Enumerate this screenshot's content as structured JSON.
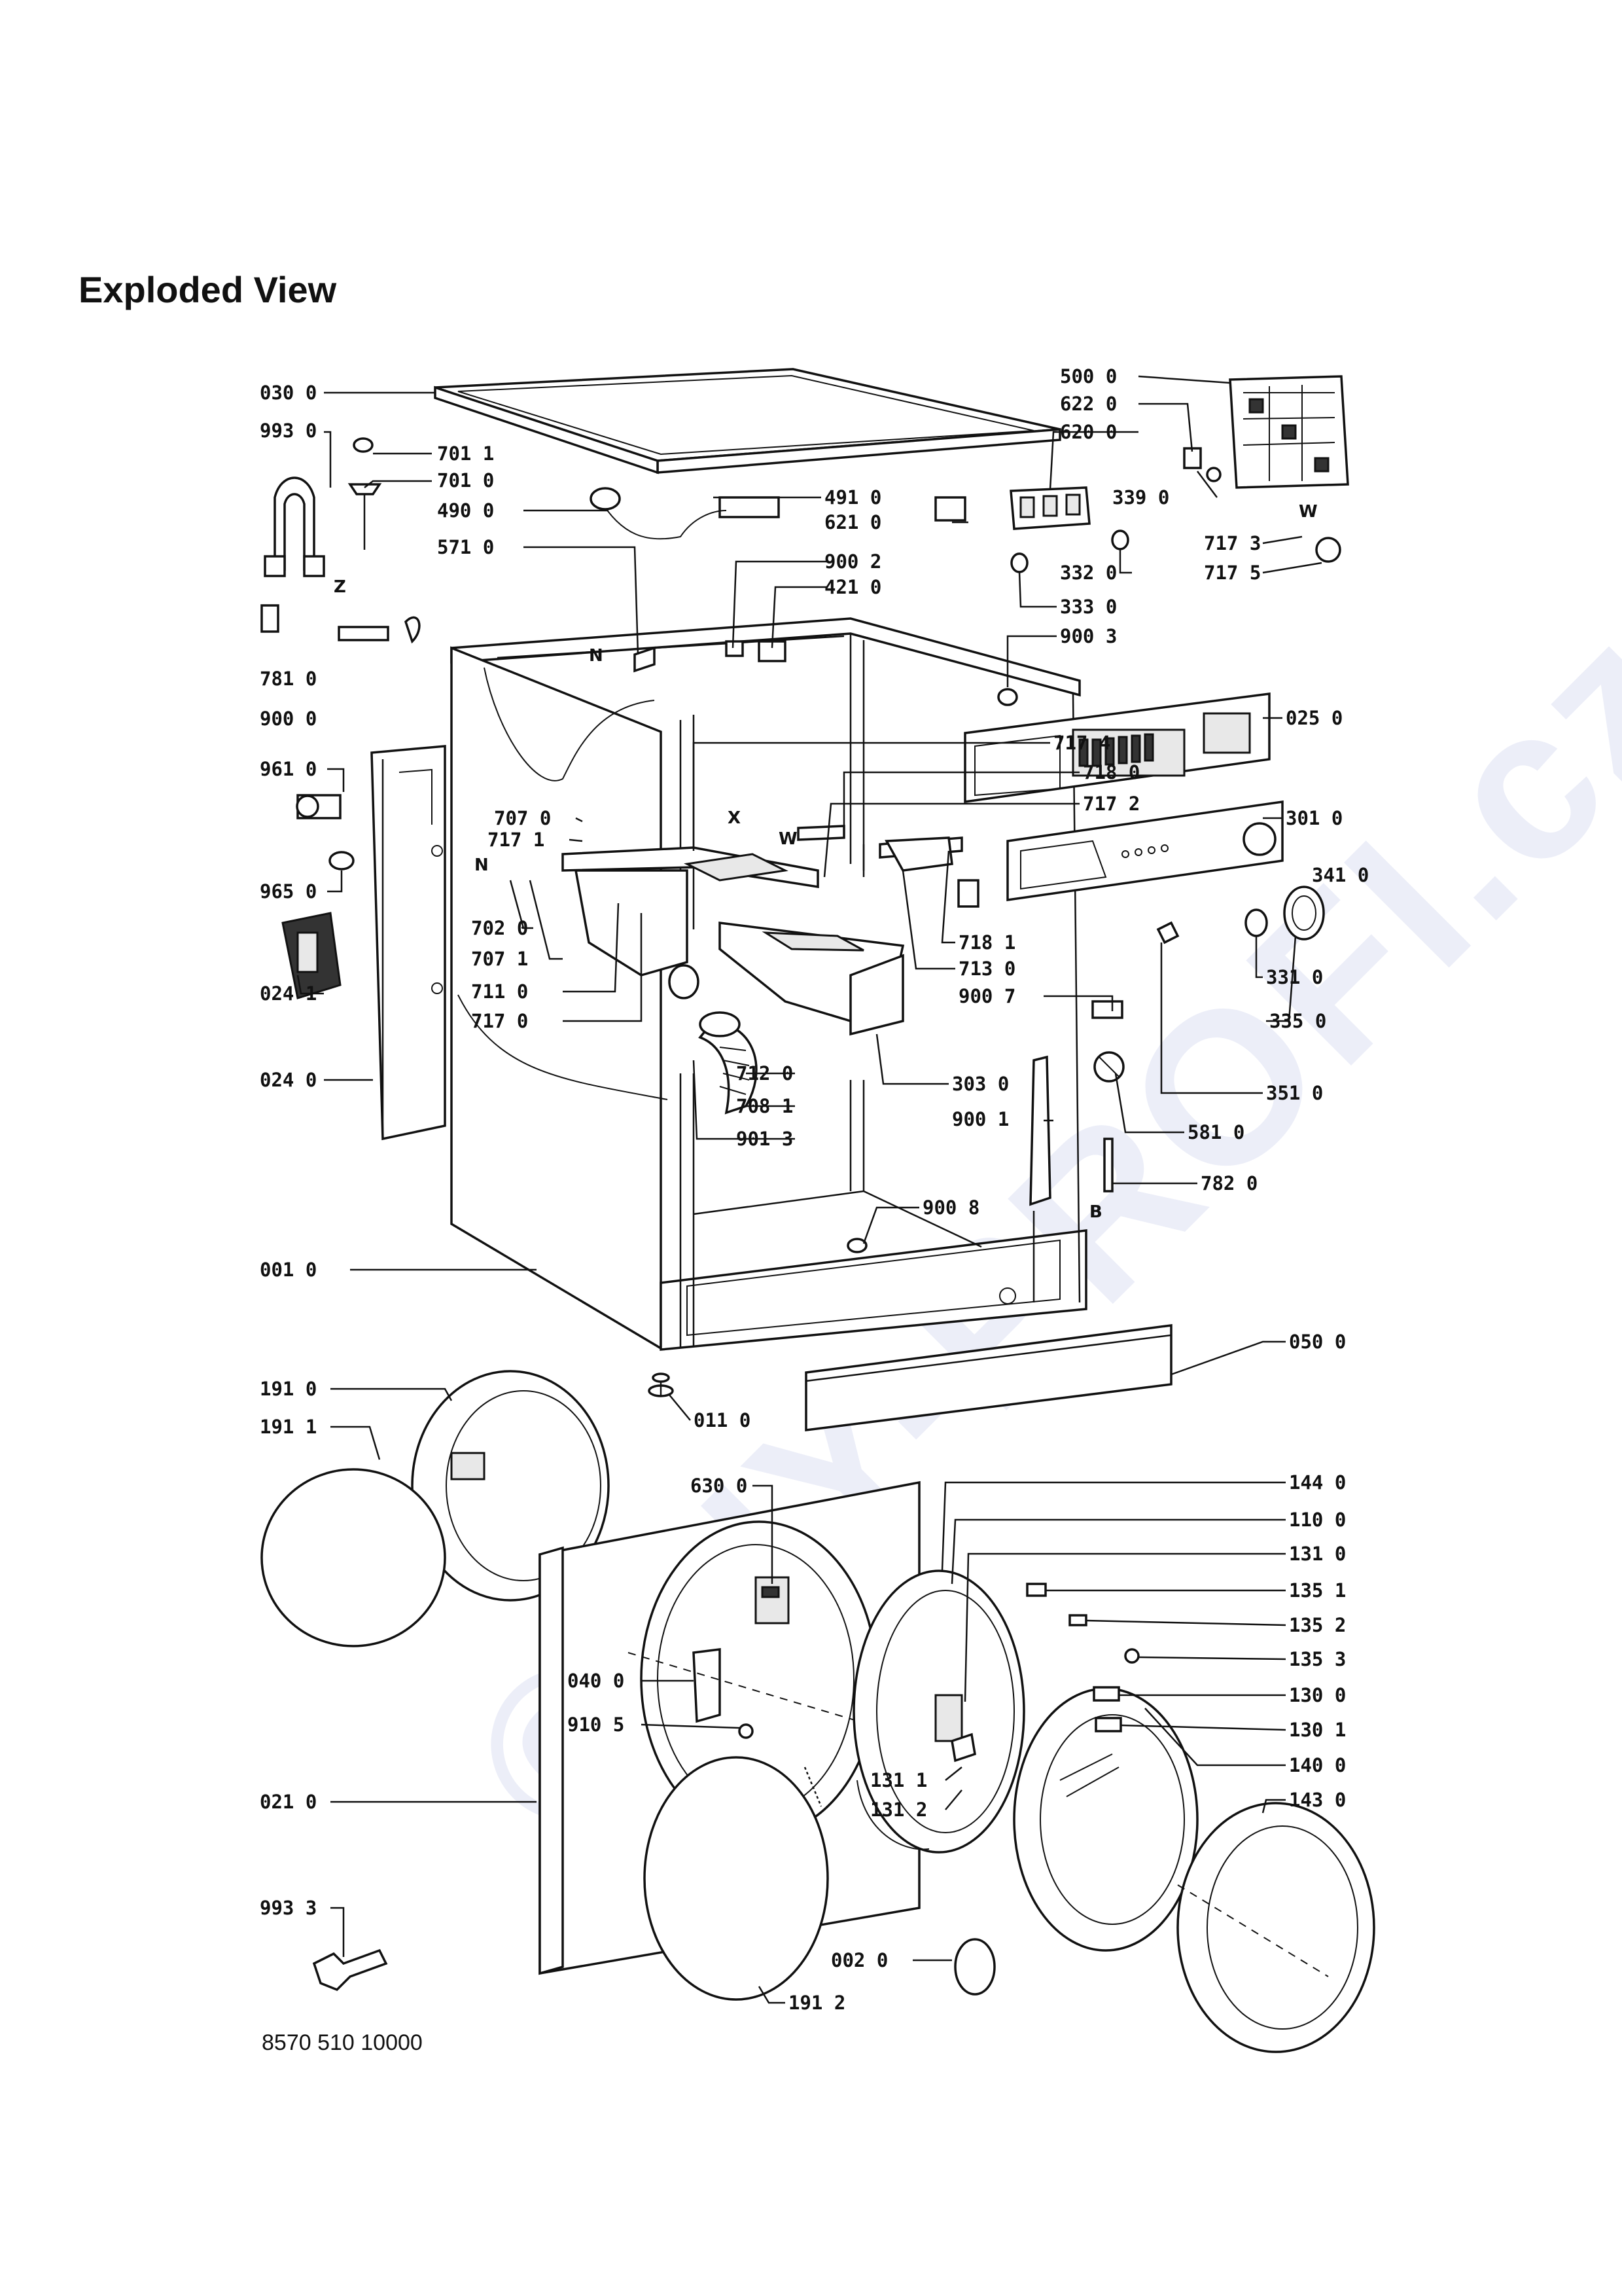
{
  "title": "Exploded View",
  "document_number": "8570 510 10000",
  "watermark": "©DIY-PROFI.cz",
  "letters": {
    "N": "N",
    "Z": "Z",
    "X": "X",
    "W": "W",
    "B": "B"
  },
  "labels": {
    "l0300": "030 0",
    "l9930": "993 0",
    "l7011": "701 1",
    "l7010": "701 0",
    "l4900": "490 0",
    "l5710": "571 0",
    "l7810": "781 0",
    "l9000": "900 0",
    "l4910": "491 0",
    "l6210": "621 0",
    "l9002": "900 2",
    "l4210": "421 0",
    "l5000": "500 0",
    "l6220": "622 0",
    "l6200": "620 0",
    "l3390": "339 0",
    "l7173": "717 3",
    "l7175": "717 5",
    "l3320": "332 0",
    "l3330": "333 0",
    "l9003": "900 3",
    "l0250": "025 0",
    "l9610": "961 0",
    "l7174": "717 4",
    "l7180": "718 0",
    "l7172": "717 2",
    "l7070": "707 0",
    "l7171": "717 1",
    "l3010": "301 0",
    "l3410": "341 0",
    "l9650": "965 0",
    "l7020": "702 0",
    "l7071": "707 1",
    "l7110": "711 0",
    "l7170": "717 0",
    "l7181": "718 1",
    "l7130": "713 0",
    "l9007": "900 7",
    "l3310": "331 0",
    "l3350": "335 0",
    "l0241": "024 1",
    "l0240": "024 0",
    "l7120": "712 0",
    "l7081": "708 1",
    "l9013": "901 3",
    "l3030": "303 0",
    "l9001": "900 1",
    "l3510": "351 0",
    "l5810": "581 0",
    "l7820": "782 0",
    "l9008": "900 8",
    "l0010": "001 0",
    "l0500": "050 0",
    "l1910": "191 0",
    "l1911": "191 1",
    "l0110": "011 0",
    "l6300": "630 0",
    "l1440": "144 0",
    "l1100": "110 0",
    "l1310": "131 0",
    "l1351": "135 1",
    "l1352": "135 2",
    "l1353": "135 3",
    "l0400": "040 0",
    "l1300": "130 0",
    "l9105": "910 5",
    "l1301": "130 1",
    "l1400": "140 0",
    "l1311": "131 1",
    "l1312": "131 2",
    "l0210": "021 0",
    "l1430": "143 0",
    "l9933": "993 3",
    "l0020": "002 0",
    "l1912": "191 2"
  }
}
